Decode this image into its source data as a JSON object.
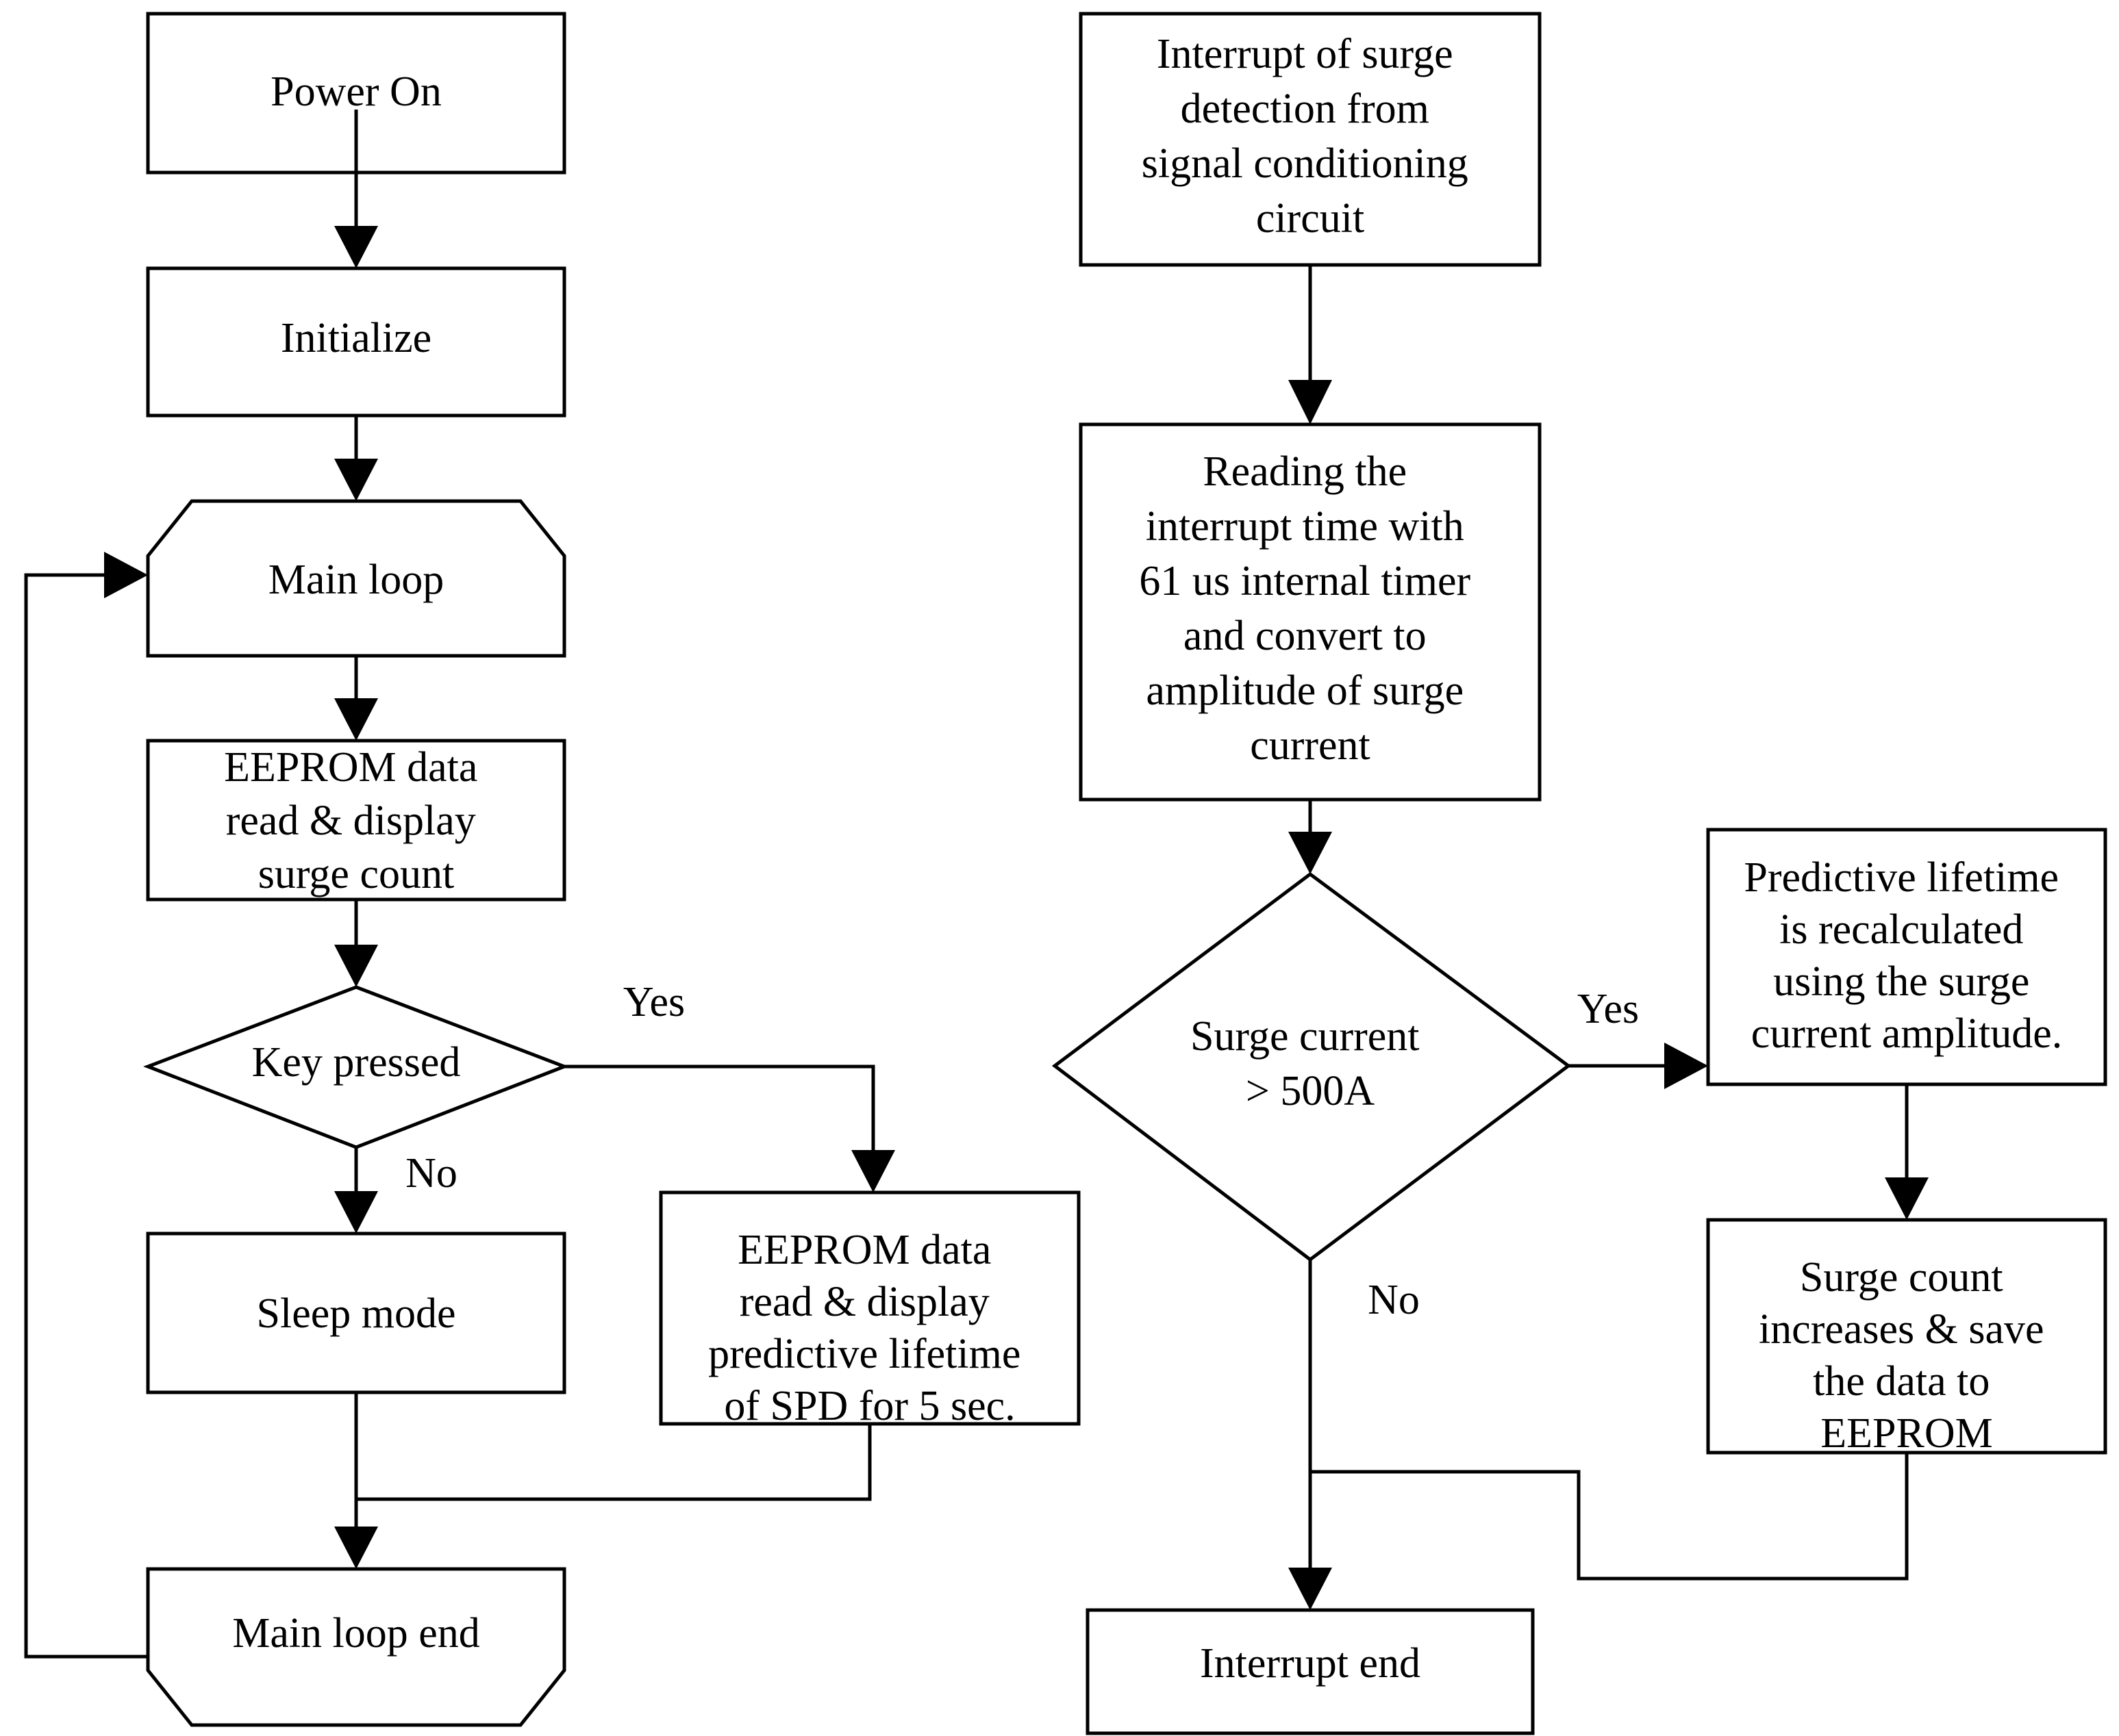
{
  "diagram": {
    "type": "flowchart",
    "orientation": "two-column",
    "background_color": "#ffffff",
    "line_color": "#000000",
    "columns": [
      {
        "name": "main-program-column",
        "title": ""
      },
      {
        "name": "interrupt-service-column",
        "title": ""
      }
    ],
    "nodes": [
      {
        "id": "power-on",
        "shape": "rectangle",
        "column": "main-program-column",
        "lines": [
          "Power On"
        ]
      },
      {
        "id": "initialize",
        "shape": "rectangle",
        "column": "main-program-column",
        "lines": [
          "Initialize"
        ]
      },
      {
        "id": "main-loop",
        "shape": "hexagon-top-cut",
        "column": "main-program-column",
        "lines": [
          "Main loop"
        ]
      },
      {
        "id": "eeprom-read-surge-count",
        "shape": "rectangle",
        "column": "main-program-column",
        "lines": [
          "EEPROM data",
          "read & display",
          "surge count"
        ]
      },
      {
        "id": "key-pressed",
        "shape": "diamond",
        "column": "main-program-column",
        "lines": [
          "Key pressed"
        ]
      },
      {
        "id": "sleep-mode",
        "shape": "rectangle",
        "column": "main-program-column",
        "lines": [
          "Sleep mode"
        ]
      },
      {
        "id": "eeprom-display-lifetime",
        "shape": "rectangle",
        "column": "main-program-column",
        "lines": [
          "EEPROM data",
          "read & display",
          "predictive lifetime",
          "of SPD for 5 sec."
        ]
      },
      {
        "id": "main-loop-end",
        "shape": "hexagon-bottom-cut",
        "column": "main-program-column",
        "lines": [
          "Main loop end"
        ]
      },
      {
        "id": "interrupt-surge-detection",
        "shape": "rectangle",
        "column": "interrupt-service-column",
        "lines": [
          "Interrupt of surge",
          "detection from",
          "signal conditioning",
          "circuit"
        ]
      },
      {
        "id": "reading-interrupt-time",
        "shape": "rectangle",
        "column": "interrupt-service-column",
        "lines": [
          "Reading the",
          "interrupt time with",
          "61 us internal timer",
          "and convert to",
          "amplitude of surge",
          "current"
        ]
      },
      {
        "id": "surge-current-threshold",
        "shape": "diamond",
        "column": "interrupt-service-column",
        "lines": [
          "Surge current",
          "> 500A"
        ]
      },
      {
        "id": "predictive-lifetime-recalc",
        "shape": "rectangle",
        "column": "interrupt-service-column",
        "lines": [
          "Predictive lifetime",
          "is recalculated",
          "using the surge",
          "current amplitude."
        ]
      },
      {
        "id": "surge-count-save",
        "shape": "rectangle",
        "column": "interrupt-service-column",
        "lines": [
          "Surge count",
          "increases & save",
          "the data to",
          "EEPROM"
        ]
      },
      {
        "id": "interrupt-end",
        "shape": "rectangle",
        "column": "interrupt-service-column",
        "lines": [
          "Interrupt end"
        ]
      }
    ],
    "edge_labels": {
      "key_pressed_yes": "Yes",
      "key_pressed_no": "No",
      "surge_current_yes": "Yes",
      "surge_current_no": "No"
    },
    "edges": [
      {
        "from": "power-on",
        "to": "initialize",
        "label": ""
      },
      {
        "from": "initialize",
        "to": "main-loop",
        "label": ""
      },
      {
        "from": "main-loop",
        "to": "eeprom-read-surge-count",
        "label": ""
      },
      {
        "from": "eeprom-read-surge-count",
        "to": "key-pressed",
        "label": ""
      },
      {
        "from": "key-pressed",
        "to": "eeprom-display-lifetime",
        "label": "Yes"
      },
      {
        "from": "key-pressed",
        "to": "sleep-mode",
        "label": "No"
      },
      {
        "from": "sleep-mode",
        "to": "main-loop-end",
        "label": ""
      },
      {
        "from": "eeprom-display-lifetime",
        "to": "main-loop-end",
        "label": ""
      },
      {
        "from": "main-loop-end",
        "to": "main-loop",
        "label": ""
      },
      {
        "from": "interrupt-surge-detection",
        "to": "reading-interrupt-time",
        "label": ""
      },
      {
        "from": "reading-interrupt-time",
        "to": "surge-current-threshold",
        "label": ""
      },
      {
        "from": "surge-current-threshold",
        "to": "predictive-lifetime-recalc",
        "label": "Yes"
      },
      {
        "from": "surge-current-threshold",
        "to": "interrupt-end",
        "label": "No"
      },
      {
        "from": "predictive-lifetime-recalc",
        "to": "surge-count-save",
        "label": ""
      },
      {
        "from": "surge-count-save",
        "to": "interrupt-end",
        "label": ""
      }
    ]
  }
}
